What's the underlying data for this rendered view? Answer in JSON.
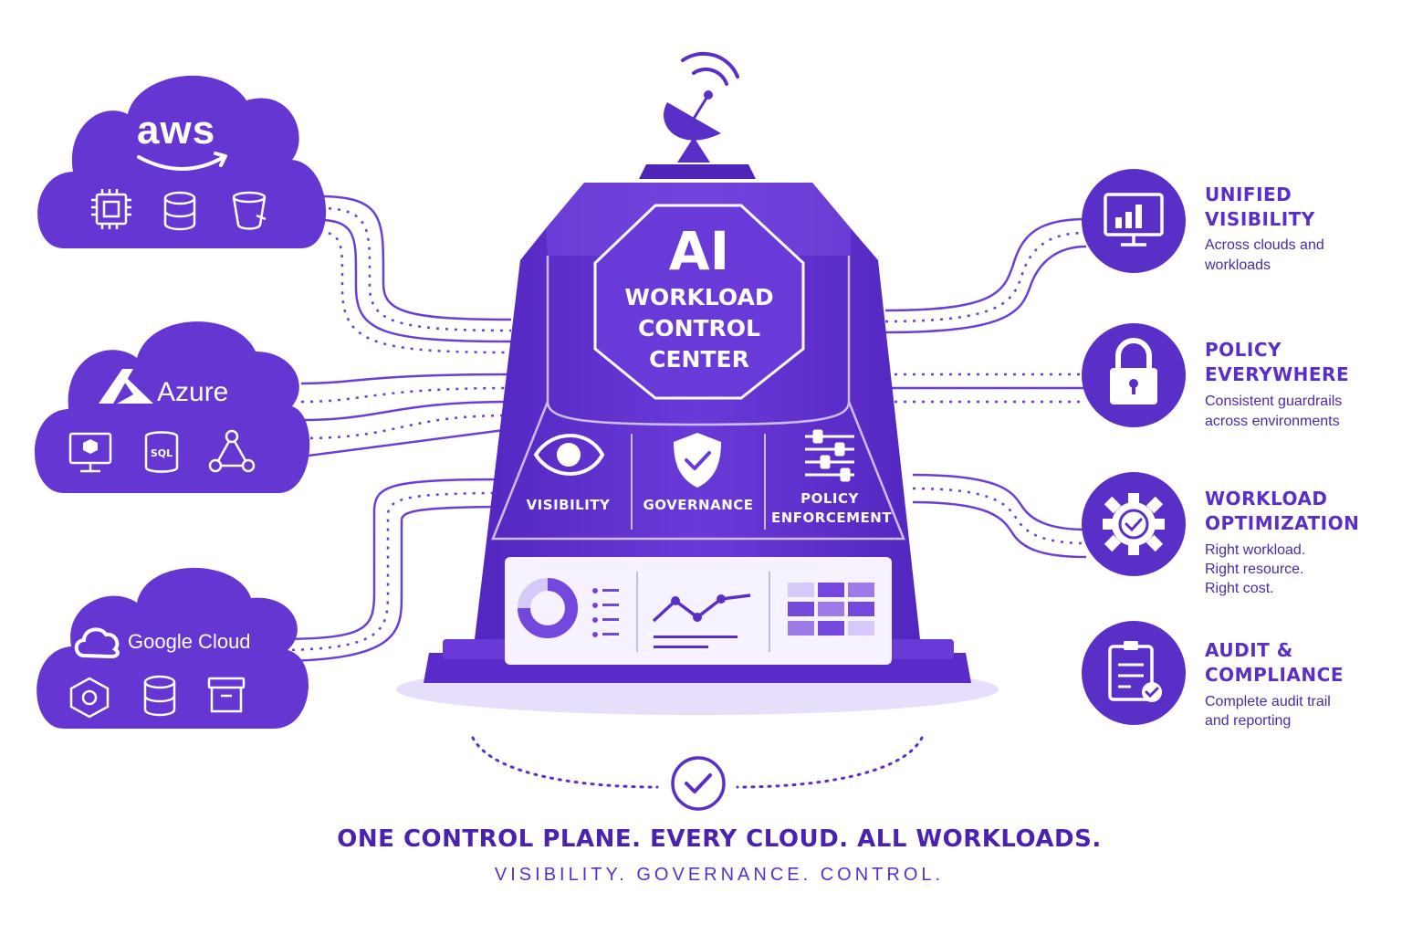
{
  "clouds": [
    {
      "name": "aws",
      "tagline_icon": "amazon-smile-icon",
      "icons": [
        "cpu-chip-icon",
        "database-icon",
        "storage-bucket-icon"
      ]
    },
    {
      "name": "Azure",
      "logo_icon": "azure-logo-icon",
      "icons": [
        "vm-monitor-icon",
        "sql-database-icon",
        "network-graph-icon"
      ]
    },
    {
      "name": "Google Cloud",
      "logo_icon": "google-cloud-logo-icon",
      "icons": [
        "hexagon-nut-icon",
        "database-icon",
        "archive-box-icon"
      ]
    }
  ],
  "tower": {
    "badge_ai": "AI",
    "badge_line1": "WORKLOAD",
    "badge_line2": "CONTROL",
    "badge_line3": "CENTER",
    "segments": [
      {
        "label": "VISIBILITY",
        "icon": "eye-icon"
      },
      {
        "label": "GOVERNANCE",
        "icon": "shield-check-icon"
      },
      {
        "label_line1": "POLICY",
        "label_line2": "ENFORCEMENT",
        "icon": "sliders-icon"
      }
    ],
    "dashboard_icons": [
      "donut-chart-icon",
      "line-chart-icon",
      "heatmap-grid-icon"
    ],
    "antenna_icon": "satellite-dish-icon"
  },
  "features": [
    {
      "title_line1": "UNIFIED",
      "title_line2": "VISIBILITY",
      "desc_line1": "Across clouds and",
      "desc_line2": "workloads",
      "icon": "monitor-chart-icon"
    },
    {
      "title_line1": "POLICY",
      "title_line2": "EVERYWHERE",
      "desc_line1": "Consistent guardrails",
      "desc_line2": "across environments",
      "icon": "padlock-icon"
    },
    {
      "title_line1": "WORKLOAD",
      "title_line2": "OPTIMIZATION",
      "desc_line1": "Right workload.",
      "desc_line2": "Right resource.",
      "desc_line3": "Right cost.",
      "icon": "gear-check-icon"
    },
    {
      "title_line1": "AUDIT &",
      "title_line2": "COMPLIANCE",
      "desc_line1": "Complete audit trail",
      "desc_line2": "and reporting",
      "icon": "clipboard-check-icon"
    }
  ],
  "footer": {
    "headline": "ONE CONTROL PLANE. EVERY CLOUD. ALL WORKLOADS.",
    "tagline": "VISIBILITY. GOVERNANCE. CONTROL.",
    "check_icon": "check-circle-icon"
  },
  "colors": {
    "primary": "#5a2fc8",
    "dark": "#3f1f9e",
    "light": "#b9a4f0",
    "pale": "#ede6fd"
  }
}
